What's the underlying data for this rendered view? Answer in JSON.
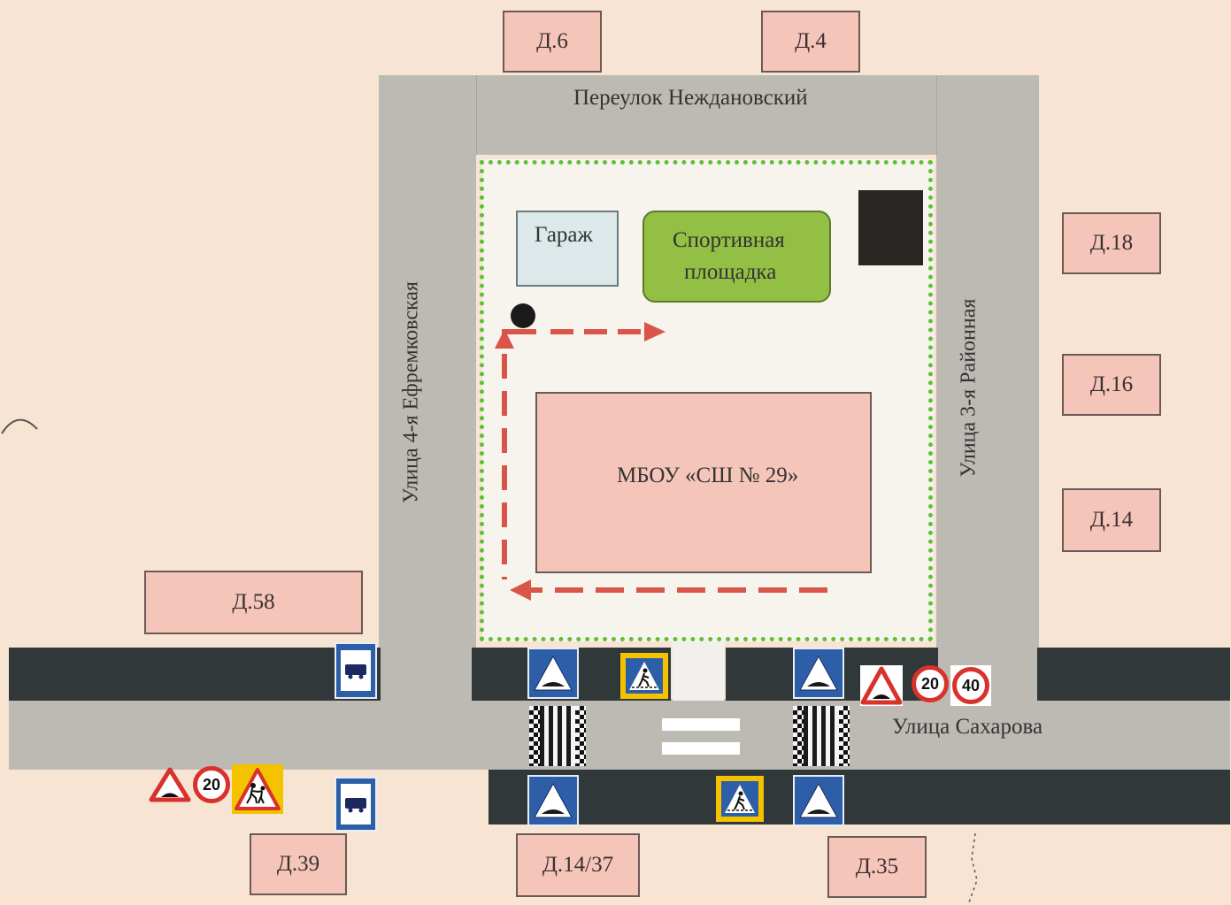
{
  "streets": {
    "top": "Переулок Неждановский",
    "left": "Улица 4-я Ефремковская",
    "right": "Улица 3-я Районная",
    "bottom": "Улица Сахарова"
  },
  "houses": {
    "d6": "Д.6",
    "d4": "Д.4",
    "d18": "Д.18",
    "d16": "Д.16",
    "d14": "Д.14",
    "d58": "Д.58",
    "d39": "Д.39",
    "d1437": "Д.14/37",
    "d35": "Д.35"
  },
  "buildings": {
    "garage": "Гараж",
    "sports_line1": "Спортивная",
    "sports_line2": "площадка",
    "school": "МБОУ «СШ № 29»"
  },
  "signs": {
    "speed_20": "20",
    "speed_40": "40",
    "icons": [
      "bus-stop-sign-icon",
      "speed-bump-sign-icon",
      "crosswalk-sign-icon",
      "children-warning-sign-icon",
      "bump-warning-triangle-icon"
    ]
  },
  "colors": {
    "background": "#f8e4d2",
    "house": "#f5c5ba",
    "road_gray": "#bdbab4",
    "road_dark": "#30383a",
    "sports_green": "#93bf45",
    "garage": "#dde8ea",
    "fence_green": "#5fbf3a",
    "route_red": "#d9554a",
    "sign_blue": "#2d5fa8",
    "sign_red": "#d8322c",
    "sign_yellow": "#f5c200"
  }
}
